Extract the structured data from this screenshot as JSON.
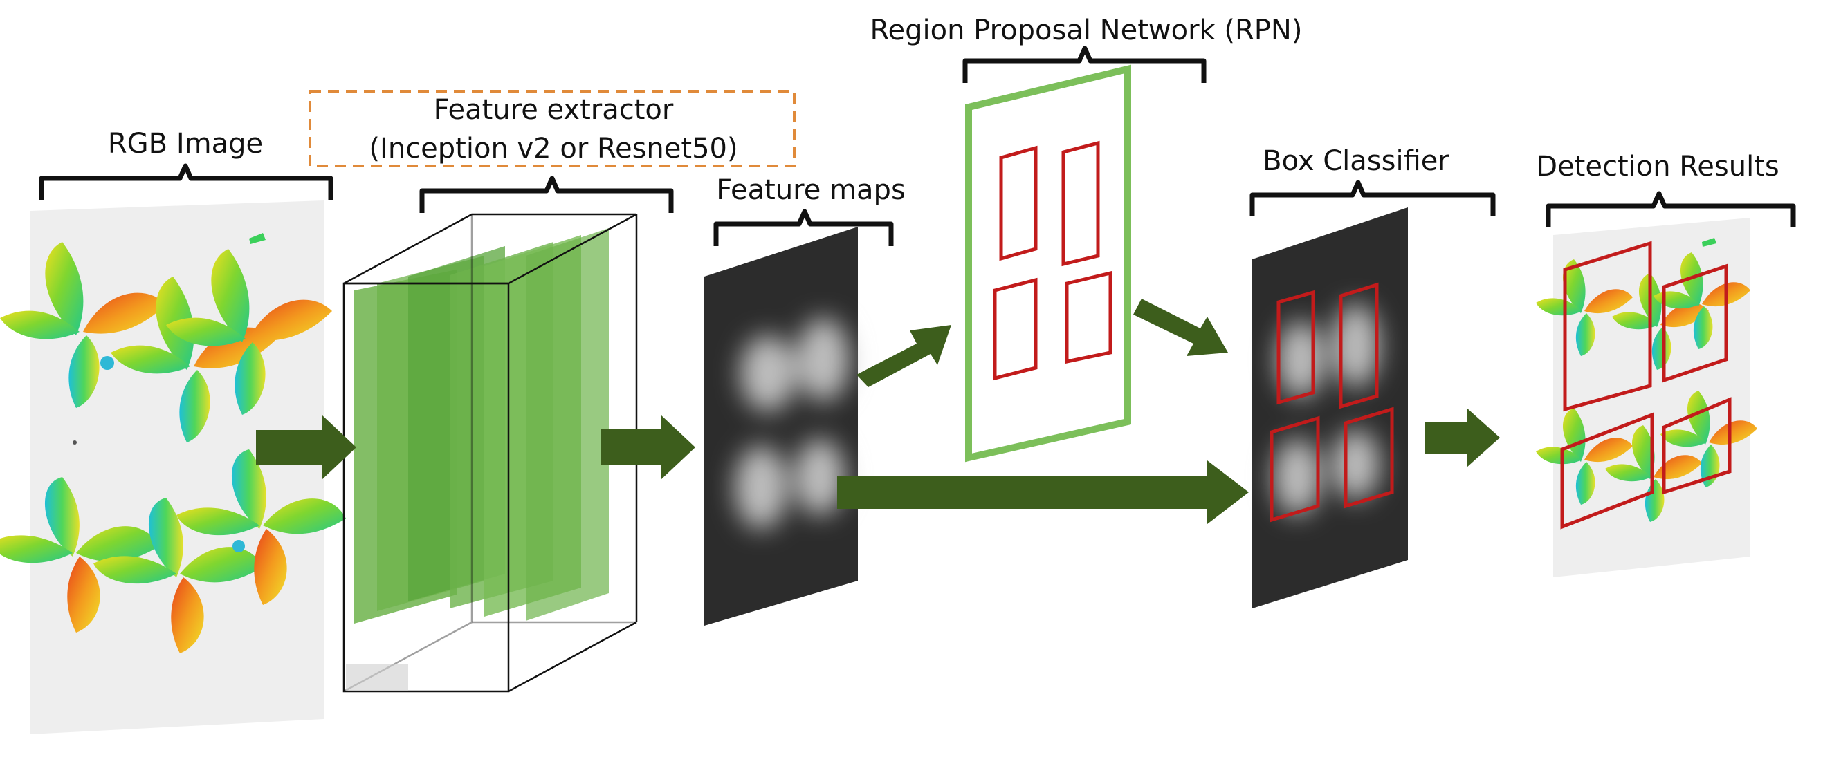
{
  "labels": {
    "rgb_image": "RGB Image",
    "feature_extractor_line1": "Feature extractor",
    "feature_extractor_line2": "(Inception v2 or Resnet50)",
    "feature_maps": "Feature maps",
    "rpn": "Region Proposal Network (RPN)",
    "box_classifier": "Box Classifier",
    "detection_results": "Detection Results"
  },
  "colors": {
    "arrow": "#3d5e1c",
    "layer_green": "#6db34b",
    "rpn_frame": "#7cbf5a",
    "proposal_box": "#c21b1b",
    "dashed_box": "#e08a3a",
    "dark_map": "#2c2c2c"
  }
}
